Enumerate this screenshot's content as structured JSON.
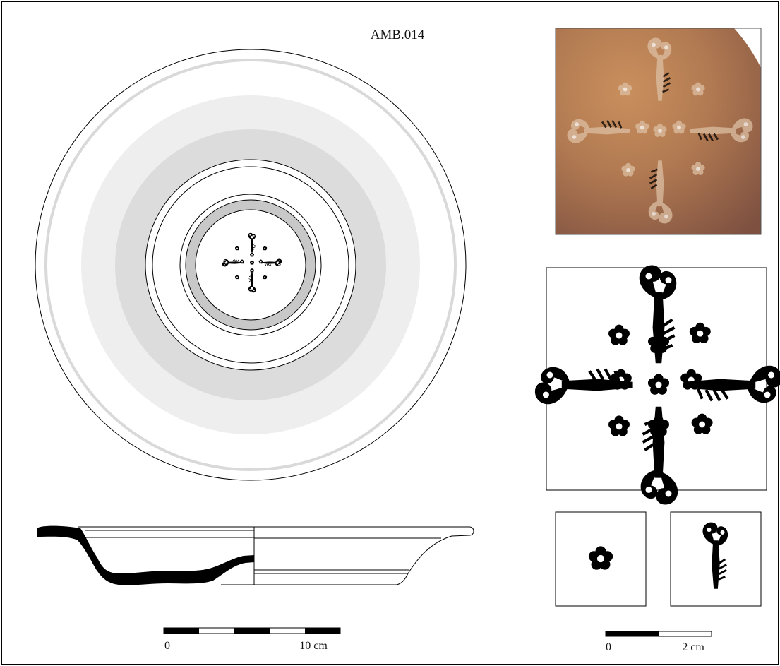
{
  "title": "AMB.014",
  "scale_large": {
    "zero": "0",
    "end": "10 cm"
  },
  "scale_small": {
    "zero": "0",
    "end": "2 cm"
  },
  "colors": {
    "outline": "#000000",
    "rim_band": "#d9d9d9",
    "wall_light": "#eeeeee",
    "wall_mid": "#dcdcdc",
    "foot_ring": "#c8c8c8",
    "section_fill": "#000000",
    "photo_base": "#b27a52"
  },
  "icons": {
    "stamp_rosette": "rosette-stamp-icon",
    "stamp_palm": "palm-branch-stamp-icon"
  }
}
